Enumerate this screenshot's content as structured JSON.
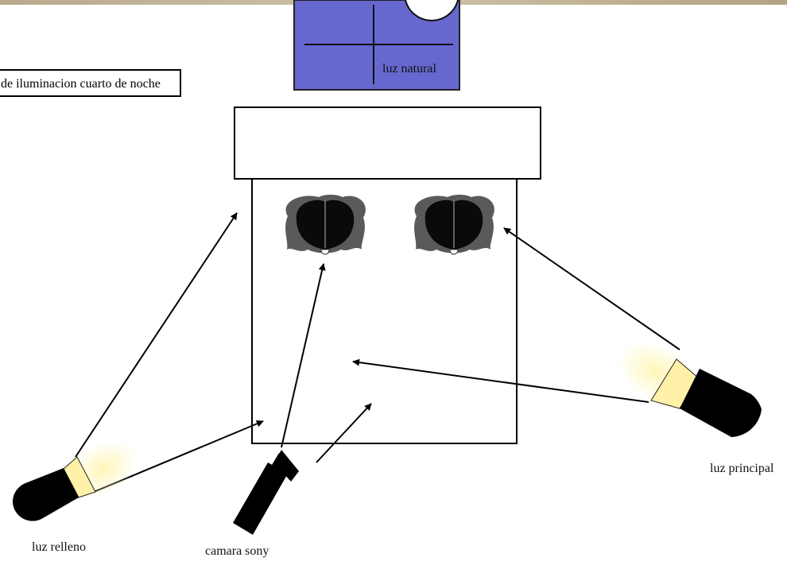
{
  "title": "de iluminacion cuarto de noche",
  "labels": {
    "window": "luz natural",
    "fill_light": "luz relleno",
    "camera": "camara sony",
    "key_light": "luz principal"
  },
  "colors": {
    "window": "#6767d0",
    "beam": "#fff1a8",
    "lamp_body": "#000000",
    "hair_dark": "#111111",
    "hair_gray": "#555555"
  },
  "icons": [
    "window-icon",
    "lamp-icon",
    "camera-icon",
    "person-head-icon",
    "arrow-icon"
  ]
}
